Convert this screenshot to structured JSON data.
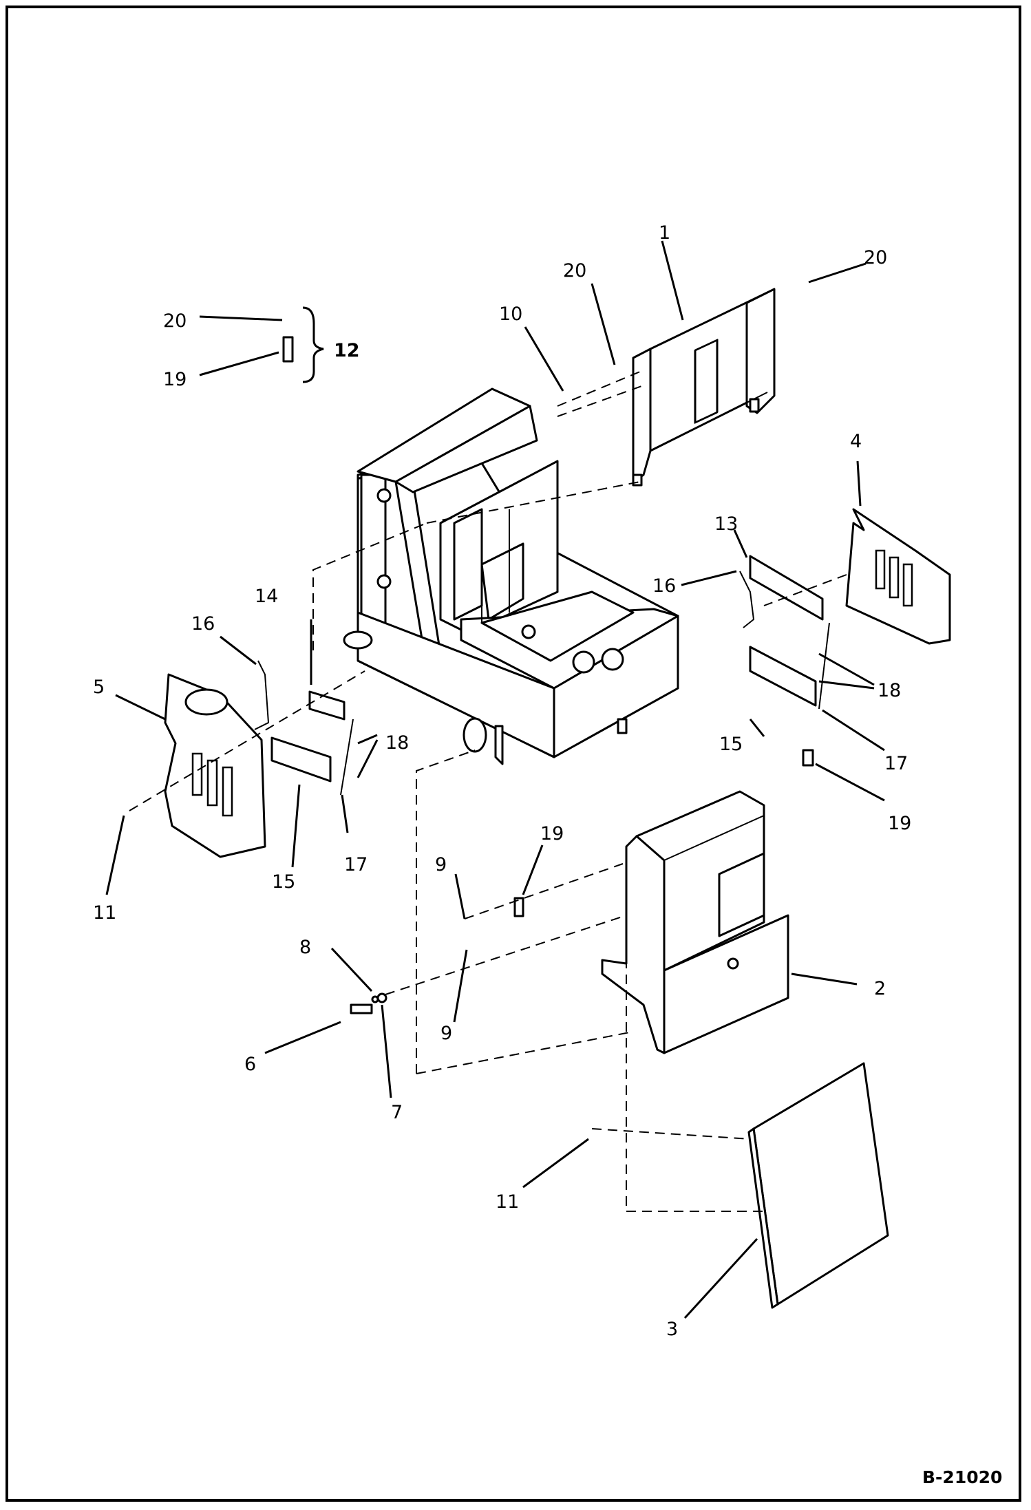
{
  "document_id": "B-21020",
  "callouts": {
    "c1": "1",
    "c2": "2",
    "c3": "3",
    "c4": "4",
    "c5": "5",
    "c6": "6",
    "c7": "7",
    "c8": "8",
    "c9a": "9",
    "c9b": "9",
    "c10": "10",
    "c11a": "11",
    "c11b": "11",
    "c12": "12",
    "c13": "13",
    "c14": "14",
    "c15a": "15",
    "c15b": "15",
    "c16a": "16",
    "c16b": "16",
    "c17a": "17",
    "c17b": "17",
    "c18a": "18",
    "c18b": "18",
    "c19a": "19",
    "c19b": "19",
    "c19c": "19",
    "c20a": "20",
    "c20b": "20",
    "c20c": "20"
  }
}
